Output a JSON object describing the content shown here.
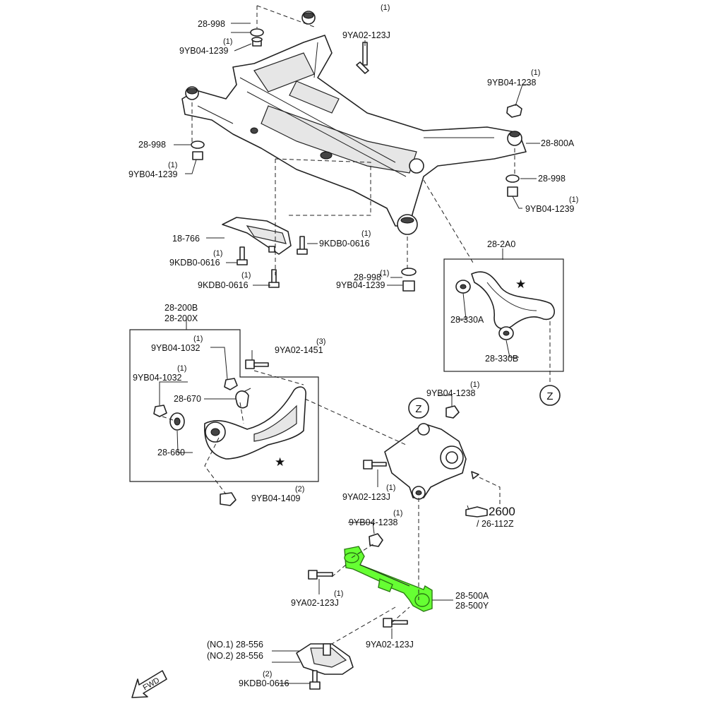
{
  "callouts": [
    {
      "id": "c1",
      "text": "28-998"
    },
    {
      "id": "c2",
      "text": "(1)"
    },
    {
      "id": "c3",
      "text": "9YB04-1239"
    },
    {
      "id": "c4",
      "text": "(1)"
    },
    {
      "id": "c5",
      "text": "9YA02-123J"
    },
    {
      "id": "c6",
      "text": "(1)"
    },
    {
      "id": "c7",
      "text": "9YB04-1238"
    },
    {
      "id": "c8",
      "text": "28-998"
    },
    {
      "id": "c9",
      "text": "(1)"
    },
    {
      "id": "c10",
      "text": "9YB04-1239"
    },
    {
      "id": "c11",
      "text": "28-800A"
    },
    {
      "id": "c12",
      "text": "28-998"
    },
    {
      "id": "c13",
      "text": "(1)"
    },
    {
      "id": "c14",
      "text": "9YB04-1239"
    },
    {
      "id": "c15",
      "text": "18-766"
    },
    {
      "id": "c16",
      "text": "(1)"
    },
    {
      "id": "c17",
      "text": "9KDB0-0616"
    },
    {
      "id": "c18",
      "text": "(1)"
    },
    {
      "id": "c19",
      "text": "9KDB0-0616"
    },
    {
      "id": "c20",
      "text": "(1)"
    },
    {
      "id": "c21",
      "text": "9KDB0-0616"
    },
    {
      "id": "c22",
      "text": "28-998"
    },
    {
      "id": "c23",
      "text": "(1)"
    },
    {
      "id": "c24",
      "text": "9YB04-1239"
    },
    {
      "id": "c25",
      "text": "28-2A0"
    },
    {
      "id": "c26",
      "text": "28-330A"
    },
    {
      "id": "c27",
      "text": "28-330B"
    },
    {
      "id": "c28",
      "text": "28-200B"
    },
    {
      "id": "c29",
      "text": "28-200X"
    },
    {
      "id": "c30",
      "text": "(1)"
    },
    {
      "id": "c31",
      "text": "9YB04-1032"
    },
    {
      "id": "c32",
      "text": "(3)"
    },
    {
      "id": "c33",
      "text": "9YA02-1451"
    },
    {
      "id": "c34",
      "text": "(1)"
    },
    {
      "id": "c35",
      "text": "9YB04-1032"
    },
    {
      "id": "c36",
      "text": "28-670"
    },
    {
      "id": "c37",
      "text": "28-660"
    },
    {
      "id": "c38",
      "text": "(2)"
    },
    {
      "id": "c39",
      "text": "9YB04-1409"
    },
    {
      "id": "c40",
      "text": "(1)"
    },
    {
      "id": "c41",
      "text": "9YB04-1238"
    },
    {
      "id": "c42",
      "text": "(1)"
    },
    {
      "id": "c43",
      "text": "9YA02-123J"
    },
    {
      "id": "c44",
      "text": "2600"
    },
    {
      "id": "c45",
      "text": "/ 26-112Z"
    },
    {
      "id": "c46",
      "text": "(1)"
    },
    {
      "id": "c47",
      "text": "9YB04-1238"
    },
    {
      "id": "c48",
      "text": "(1)"
    },
    {
      "id": "c49",
      "text": "9YA02-123J"
    },
    {
      "id": "c50",
      "text": "28-500A"
    },
    {
      "id": "c51",
      "text": "28-500Y"
    },
    {
      "id": "c52",
      "text": "9YA02-123J"
    },
    {
      "id": "c53",
      "text": "(NO.1) 28-556"
    },
    {
      "id": "c54",
      "text": "(NO.2) 28-556"
    },
    {
      "id": "c55",
      "text": "(2)"
    },
    {
      "id": "c56",
      "text": "9KDB0-0616"
    }
  ],
  "markers": {
    "z": "Z",
    "fwd": "FWD",
    "star": "★"
  },
  "colors": {
    "highlight": "#66ff33",
    "line": "#222222"
  }
}
